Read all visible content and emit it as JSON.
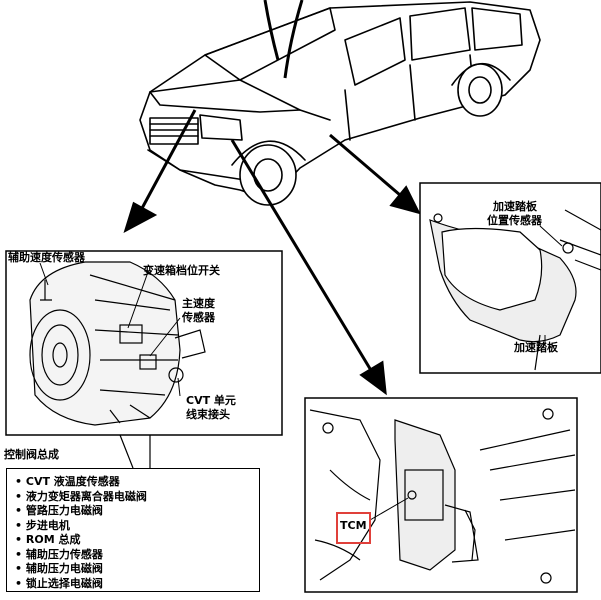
{
  "labels": {
    "aux_speed_sensor": "辅助速度传感器",
    "shift_position_switch": "变速箱档位开关",
    "main_speed_sensor_line1": "主速度",
    "main_speed_sensor_line2": "传感器",
    "cvt_unit_connector_line1": "CVT 单元",
    "cvt_unit_connector_line2": "线束接头",
    "control_valve_assembly": "控制阀总成",
    "accel_pedal_sensor_line1": "加速踏板",
    "accel_pedal_sensor_line2": "位置传感器",
    "accel_pedal": "加速踏板",
    "tcm": "TCM"
  },
  "control_valve_items": [
    "CVT 液温度传感器",
    "液力变矩器离合器电磁阀",
    "管路压力电磁阀",
    "步进电机",
    "ROM 总成",
    "辅助压力传感器",
    "辅助压力电磁阀",
    "锁止选择电磁阀"
  ],
  "colors": {
    "highlight": "#e0403a",
    "line": "#000000"
  }
}
